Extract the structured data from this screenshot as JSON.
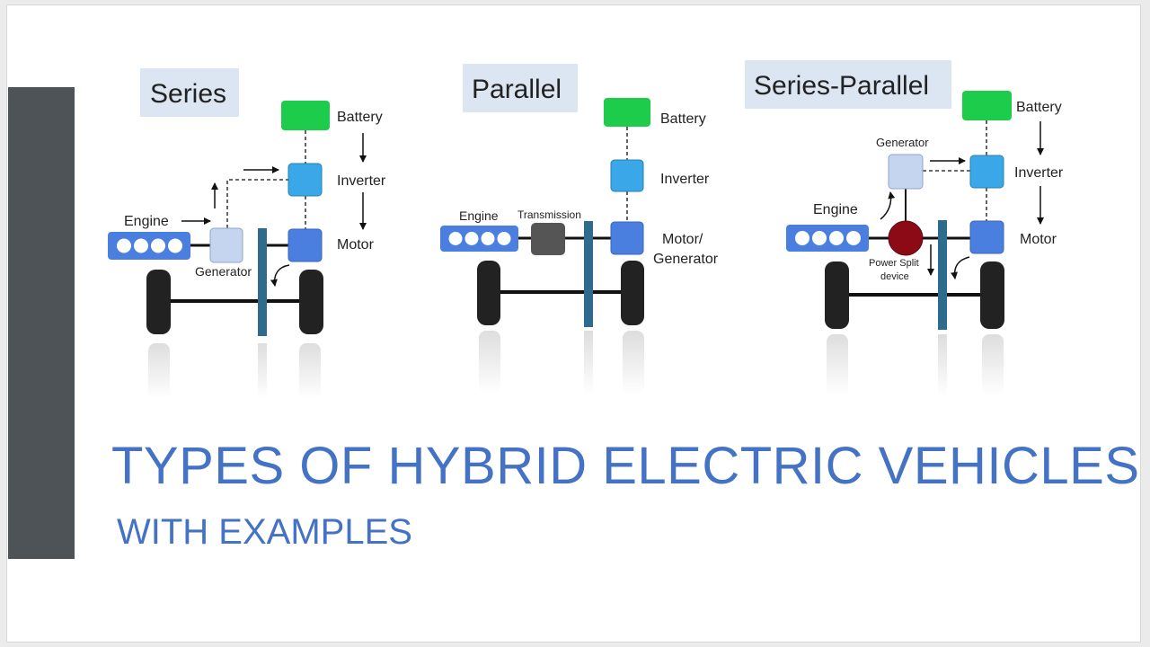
{
  "slide": {
    "title": "TYPES OF HYBRID ELECTRIC VEHICLES",
    "subtitle": "WITH EXAMPLES"
  },
  "diagrams": {
    "series": {
      "heading": "Series",
      "battery": "Battery",
      "inverter": "Inverter",
      "motor": "Motor",
      "engine": "Engine",
      "generator": "Generator"
    },
    "parallel": {
      "heading": "Parallel",
      "battery": "Battery",
      "inverter": "Inverter",
      "motor_line1": "Motor/",
      "motor_line2": "Generator",
      "engine": "Engine",
      "transmission": "Transmission"
    },
    "series_parallel": {
      "heading": "Series-Parallel",
      "battery": "Battery",
      "inverter": "Inverter",
      "motor": "Motor",
      "engine": "Engine",
      "generator": "Generator",
      "power_split_line1": "Power Split",
      "power_split_line2": "device"
    }
  },
  "colors": {
    "battery": "#1dcc4a",
    "inverter": "#3aa8e8",
    "motor": "#4a7fe0",
    "generator": "#c5d4ef",
    "engine": "#4a7fe0",
    "transmission": "#555555",
    "power_split": "#8b0a16",
    "gear": "#2e6b8c",
    "title": "#4472c4",
    "heading_bg": "#dce6f2",
    "sidebar": "#4e5357"
  }
}
